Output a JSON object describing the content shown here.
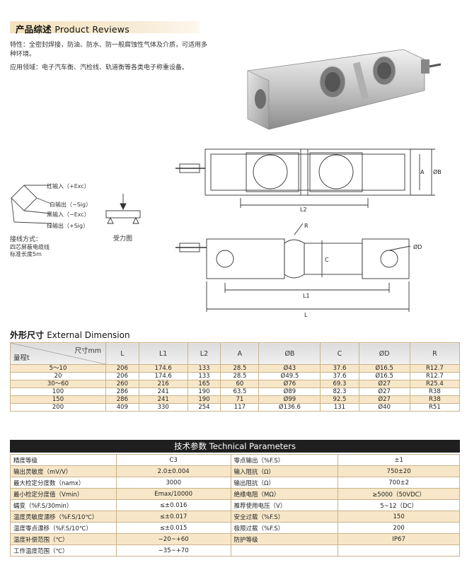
{
  "overview": {
    "title_cn": "产品综述",
    "title_en": "Product Reviews",
    "features": "特性：全密封焊接，防油、防水、防一般腐蚀性气体及介质，可适用多种环境。",
    "applications": "应用领域：电子汽车衡、汽检线、轨道衡等各类电子称重设备。"
  },
  "wiring": {
    "wires": [
      "红输入（+Exc）",
      "白输出（−Sig）",
      "黑输入（−Exc）",
      "绿输出（+Sig）"
    ],
    "method_label": "接线方式：",
    "cable_desc": "四芯屏蔽电缆线",
    "cable_length": "标准长度5m"
  },
  "force_diagram_label": "受力图",
  "drawing_labels": {
    "A": "A",
    "B": "ØB",
    "L2": "L2",
    "R": "R",
    "C": "C",
    "D": "ØD",
    "L1": "L1",
    "L": "L"
  },
  "external": {
    "title_cn": "外形尺寸",
    "title_en": "External Dimension",
    "corner_top": "尺寸mm",
    "corner_bottom": "量程t",
    "columns": [
      "L",
      "L1",
      "L2",
      "A",
      "ØB",
      "C",
      "ØD",
      "R"
    ],
    "rows": [
      [
        "5～10",
        "206",
        "174.6",
        "133",
        "28.5",
        "Ø43",
        "37.6",
        "Ø16.5",
        "R12.7"
      ],
      [
        "20",
        "206",
        "174.6",
        "133",
        "28.5",
        "Ø49.5",
        "37.6",
        "Ø16.5",
        "R12.7"
      ],
      [
        "30～60",
        "260",
        "216",
        "165",
        "60",
        "Ø76",
        "69.3",
        "Ø27",
        "R25.4"
      ],
      [
        "100",
        "286",
        "241",
        "190",
        "63.5",
        "Ø89",
        "82.3",
        "Ø27",
        "R38"
      ],
      [
        "150",
        "286",
        "241",
        "190",
        "71",
        "Ø99",
        "92.5",
        "Ø27",
        "R38"
      ],
      [
        "200",
        "409",
        "330",
        "254",
        "117",
        "Ø136.6",
        "131",
        "Ø40",
        "R51"
      ]
    ]
  },
  "technical": {
    "title_cn": "技术参数",
    "title_en": "Technical Parameters",
    "rows": [
      [
        "精度等级",
        "C3",
        "零点输出（%F.S）",
        "±1"
      ],
      [
        "输出灵敏度（mV/V）",
        "2.0±0.004",
        "输入阻抗（Ω）",
        "750±20"
      ],
      [
        "最大检定分度数（namx）",
        "3000",
        "输出阻抗（Ω）",
        "700±2"
      ],
      [
        "最小检定分度值（Vmin）",
        "Emax/10000",
        "绝缘电阻（MΩ）",
        "≥5000（50VDC）"
      ],
      [
        "蠕变（%F.S/30min）",
        "≤±0.016",
        "推荐使用电压（V）",
        "5~12（DC）"
      ],
      [
        "温度灵敏度漂移（%F.S/10℃）",
        "≤±0.017",
        "安全过载（%F.S）",
        "150"
      ],
      [
        "温度零点漂移（%F.S/10℃）",
        "≤±0.015",
        "极限过载（%F.S）",
        "200"
      ],
      [
        "温度补偿范围（℃）",
        "−20~+60",
        "防护等级",
        "IP67"
      ],
      [
        "工作温度范围（℃）",
        "−35~+70",
        "",
        ""
      ]
    ]
  }
}
